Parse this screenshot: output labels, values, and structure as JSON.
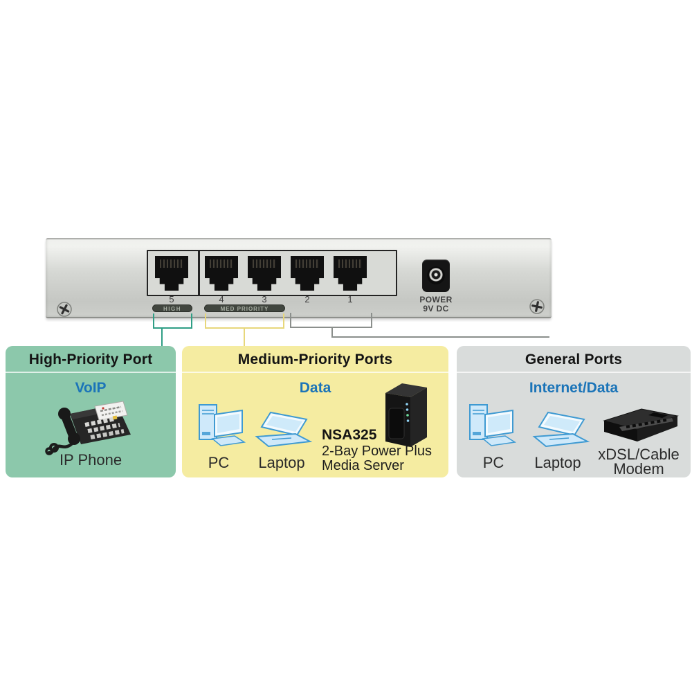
{
  "device": {
    "name_hint": "5-port switch rear panel",
    "port_numbers": [
      "5",
      "4",
      "3",
      "2",
      "1"
    ],
    "group_labels": {
      "high": "HIGH",
      "med": "MED PRIORITY"
    },
    "power_line1": "POWER",
    "power_line2": "9V DC"
  },
  "panels": {
    "high_priority": {
      "title": "High-Priority Port",
      "subtitle": "VoIP",
      "devices": [
        {
          "label": "IP Phone",
          "icon": "ip-phone-icon"
        }
      ]
    },
    "medium_priority": {
      "title": "Medium-Priority Ports",
      "subtitle": "Data",
      "devices": [
        {
          "label": "PC",
          "icon": "desktop-pc-icon"
        },
        {
          "label": "Laptop",
          "icon": "laptop-icon"
        }
      ],
      "server": {
        "model": "NSA325",
        "desc_line1": "2-Bay Power Plus",
        "desc_line2": "Media Server",
        "icon": "nas-tower-icon"
      }
    },
    "general": {
      "title": "General Ports",
      "subtitle": "Internet/Data",
      "devices": [
        {
          "label": "PC",
          "icon": "desktop-pc-icon"
        },
        {
          "label": "Laptop",
          "icon": "laptop-icon"
        }
      ],
      "modem": {
        "label_line1": "xDSL/Cable",
        "label_line2": "Modem",
        "icon": "modem-icon"
      }
    }
  },
  "colors": {
    "panel_high": "#8cc8ab",
    "panel_medium": "#f5eca1",
    "panel_general": "#d9dcdb",
    "accent_blue": "#1b74b8",
    "line_high": "#2f9e85",
    "line_medium": "#e7d77b",
    "line_general": "#8b8f8c",
    "device_fill": "#cfe9fa",
    "device_stroke": "#3f9ad2"
  }
}
